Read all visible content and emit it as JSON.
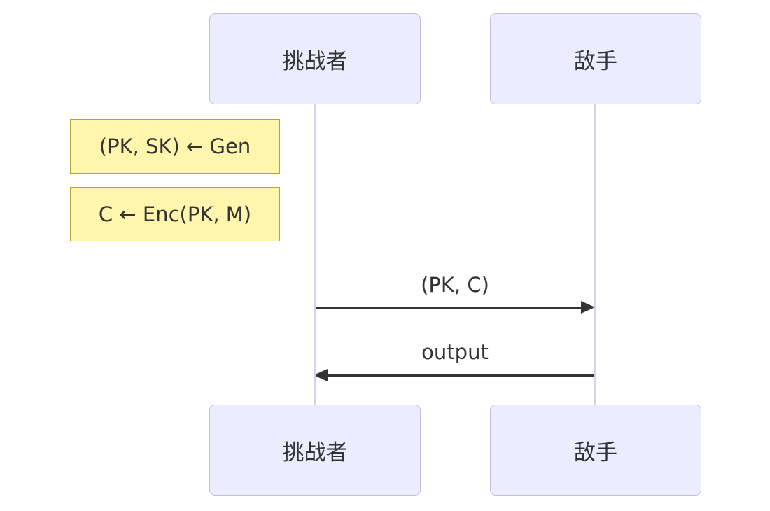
{
  "diagram": {
    "type": "sequence-diagram",
    "background": "#ffffff",
    "colors": {
      "actor_fill": "#ECECFF",
      "actor_border": "#C3BDE6",
      "lifeline": "#D8D0F0",
      "note_fill": "#FFF5AD",
      "note_border": "#AAAA33",
      "line_and_text": "#333333"
    },
    "actors": [
      {
        "id": "challenger",
        "label": "挑战者"
      },
      {
        "id": "adversary",
        "label": "敌手"
      }
    ],
    "notes": [
      {
        "over": "challenger",
        "text": "(PK, SK) ← Gen"
      },
      {
        "over": "challenger",
        "text": "C ← Enc(PK, M)"
      }
    ],
    "messages": [
      {
        "from": "challenger",
        "to": "adversary",
        "direction": "right",
        "label": "(PK, C)"
      },
      {
        "from": "adversary",
        "to": "challenger",
        "direction": "left",
        "label": "output"
      }
    ]
  }
}
